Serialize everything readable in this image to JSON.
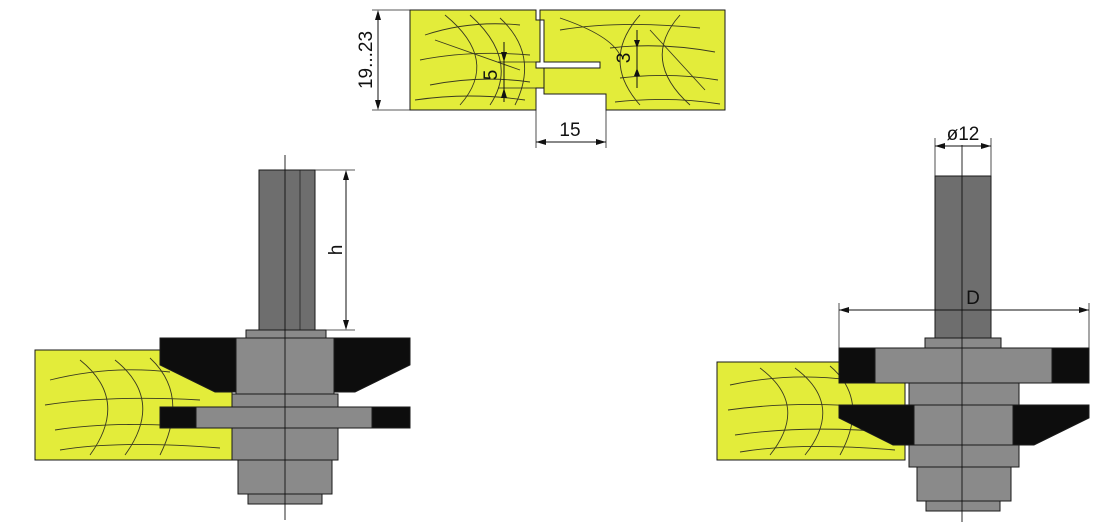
{
  "colors": {
    "wood": "#e3ec3a",
    "steel_dark": "#6e6e6e",
    "steel_mid": "#8a8a8a",
    "blade": "#0d0d0d",
    "outline": "#1a1a1a"
  },
  "joint_dims": {
    "thickness": "19...23",
    "tongue": "5",
    "lip": "3",
    "depth": "15"
  },
  "left_cutter": {
    "shank_height_label": "h"
  },
  "right_cutter": {
    "shank_diameter_label": "ø12",
    "cutter_diameter_label": "D"
  }
}
